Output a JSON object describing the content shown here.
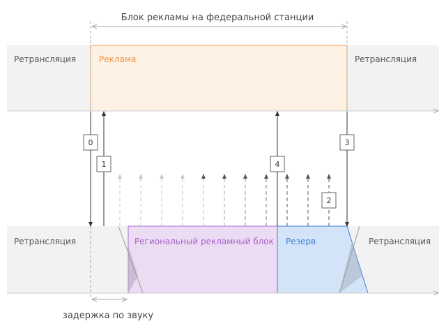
{
  "diagram": {
    "top_label": "Блок рекламы на федеральной станции",
    "federal": {
      "retrans_left": "Ретрансляция",
      "ad": "Реклама",
      "retrans_right": "Ретрансляция"
    },
    "regional": {
      "retrans_left": "Ретрансляция",
      "block": "Региональный рекламный блок",
      "reserve": "Резерв",
      "retrans_right": "Ретрансляция"
    },
    "markers": [
      "0",
      "1",
      "4",
      "3",
      "2"
    ],
    "bottom_label": "задержка по звуку"
  },
  "colors": {
    "ad_fill": "#fdf1e4",
    "ad_stroke": "#f0a050",
    "ad_text": "#e8944a",
    "block_fill": "#ecdcf3",
    "block_stroke": "#b070d0",
    "block_text": "#a860c8",
    "reserve_fill": "#d3e4f8",
    "reserve_stroke": "#3d7fd8",
    "reserve_text": "#3d7fd8",
    "band_fill": "#f2f2f2"
  }
}
